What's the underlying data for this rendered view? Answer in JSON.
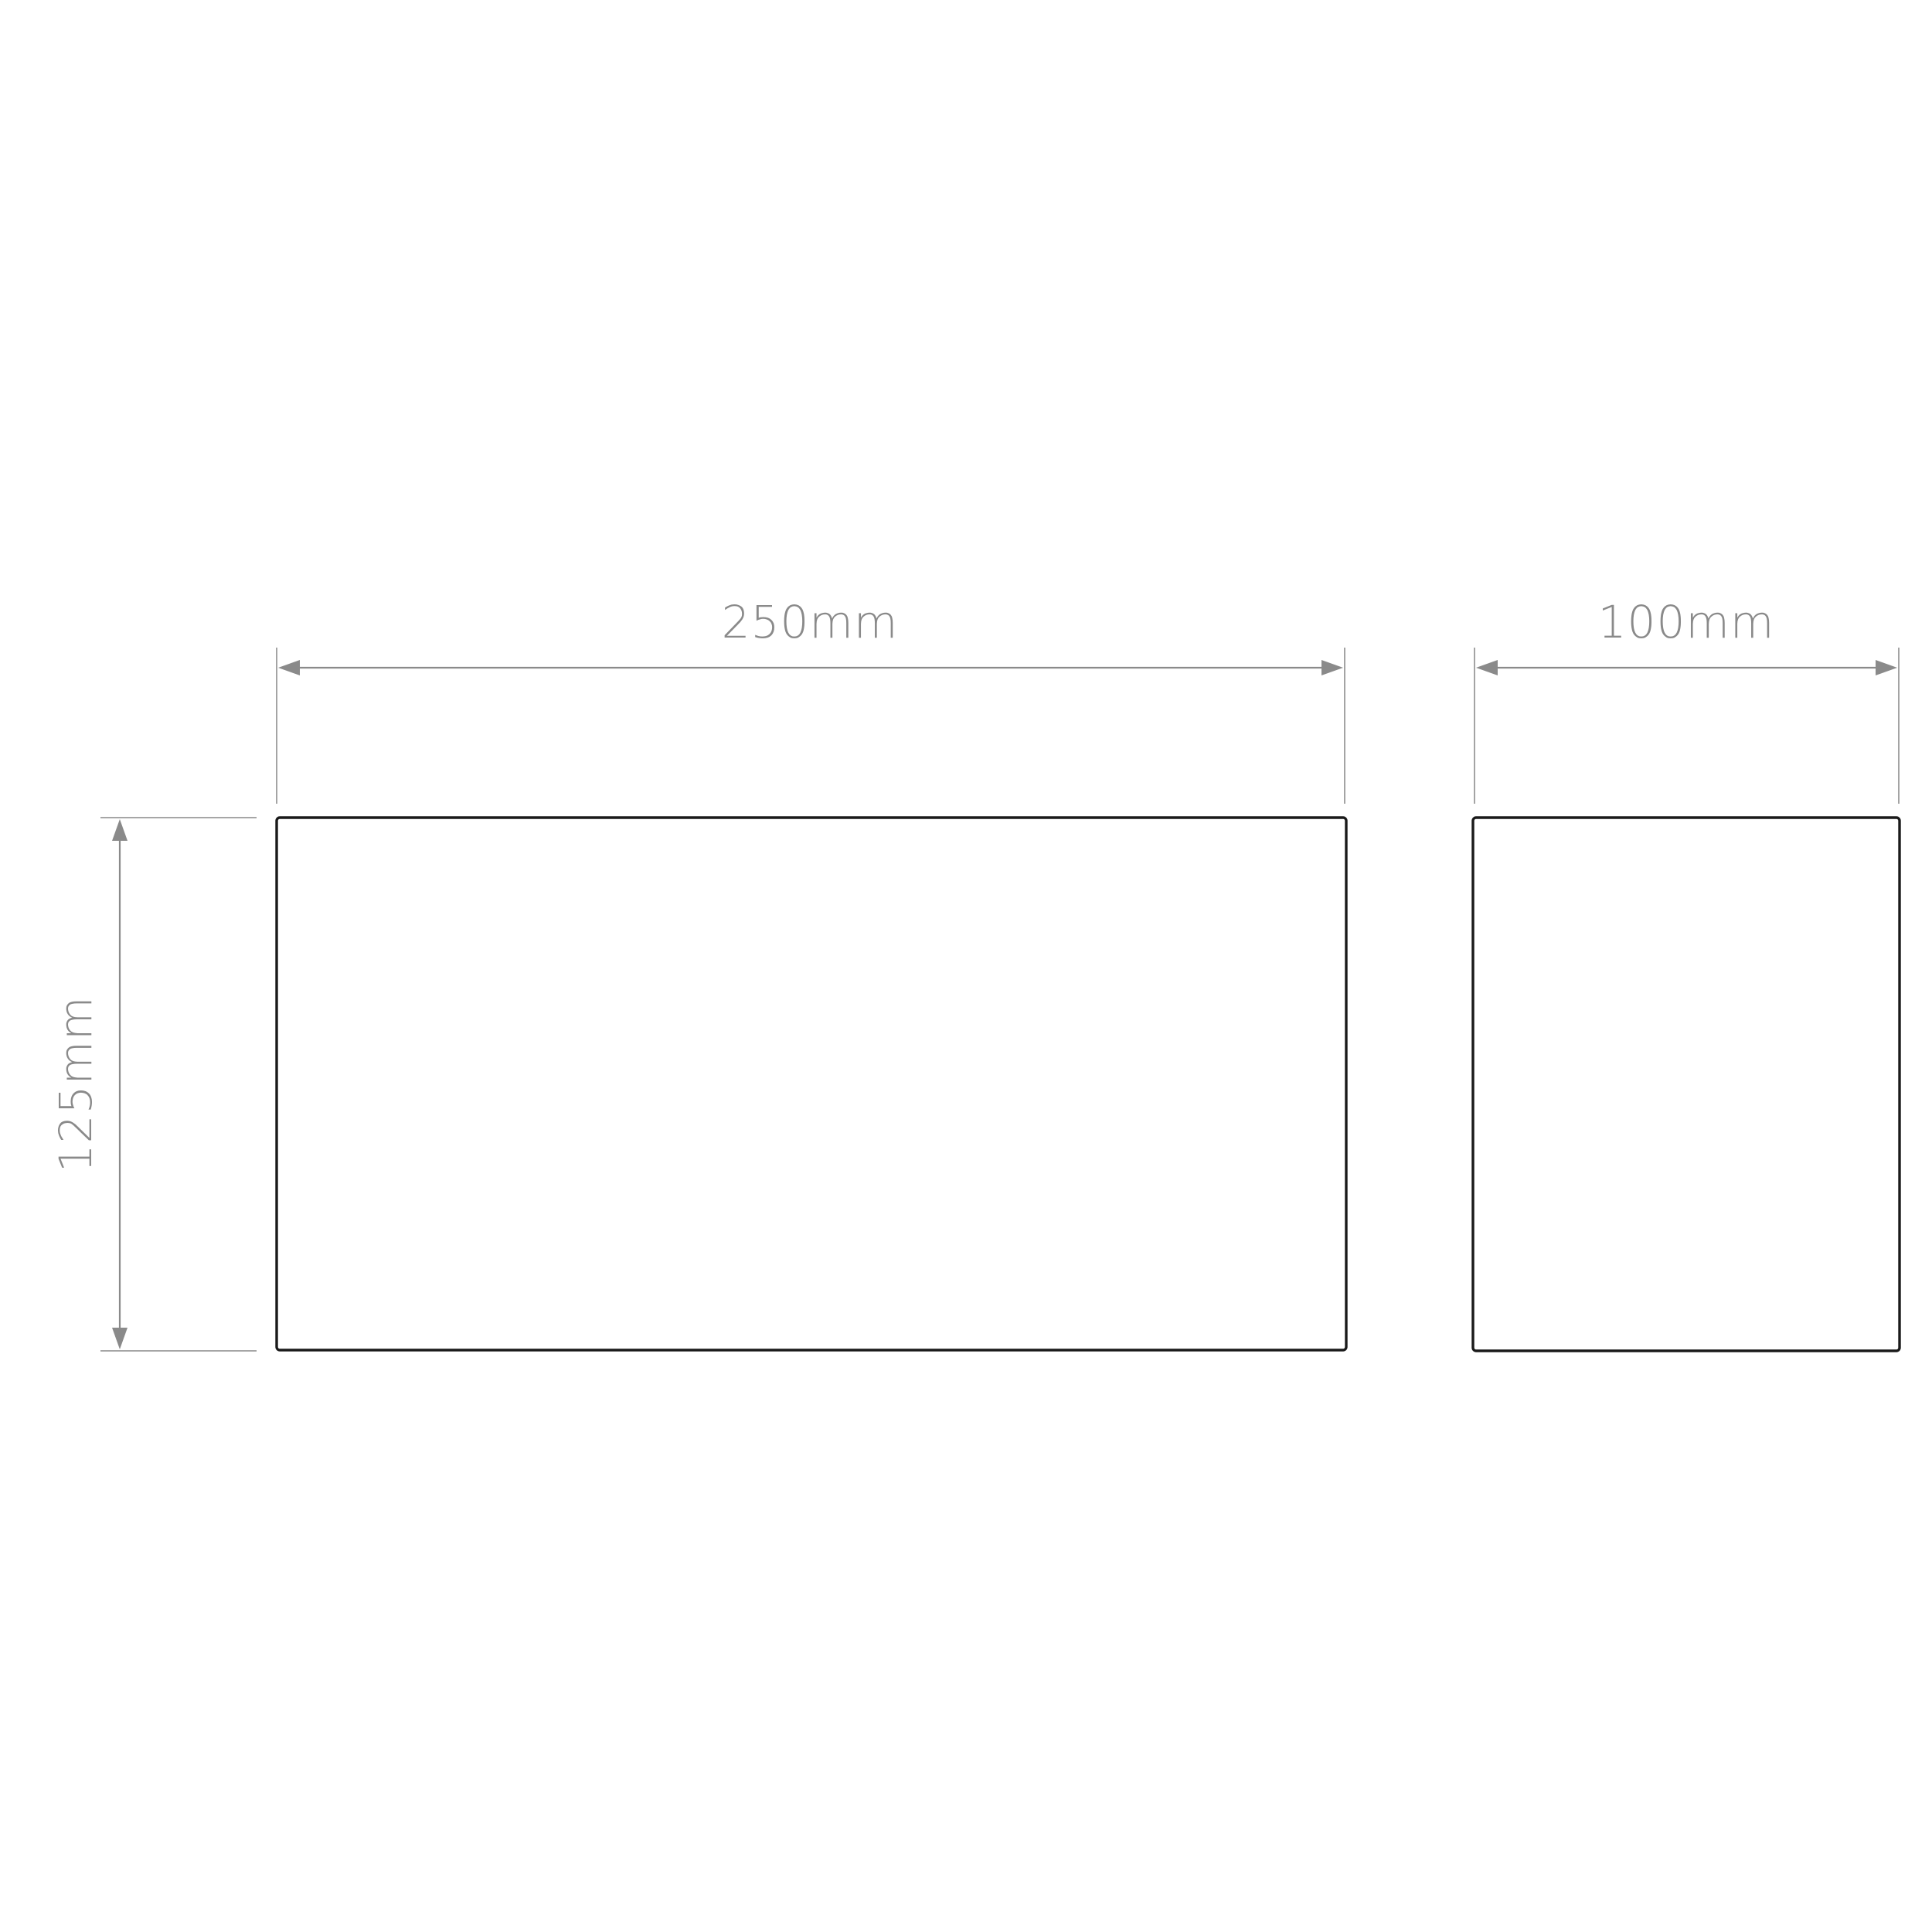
{
  "dimensions": {
    "front_width": "250mm",
    "side_width": "100mm",
    "height": "125mm"
  },
  "colors": {
    "dimension": "#8a8a8a",
    "outline": "#1a1a1a",
    "background": "#ffffff"
  }
}
